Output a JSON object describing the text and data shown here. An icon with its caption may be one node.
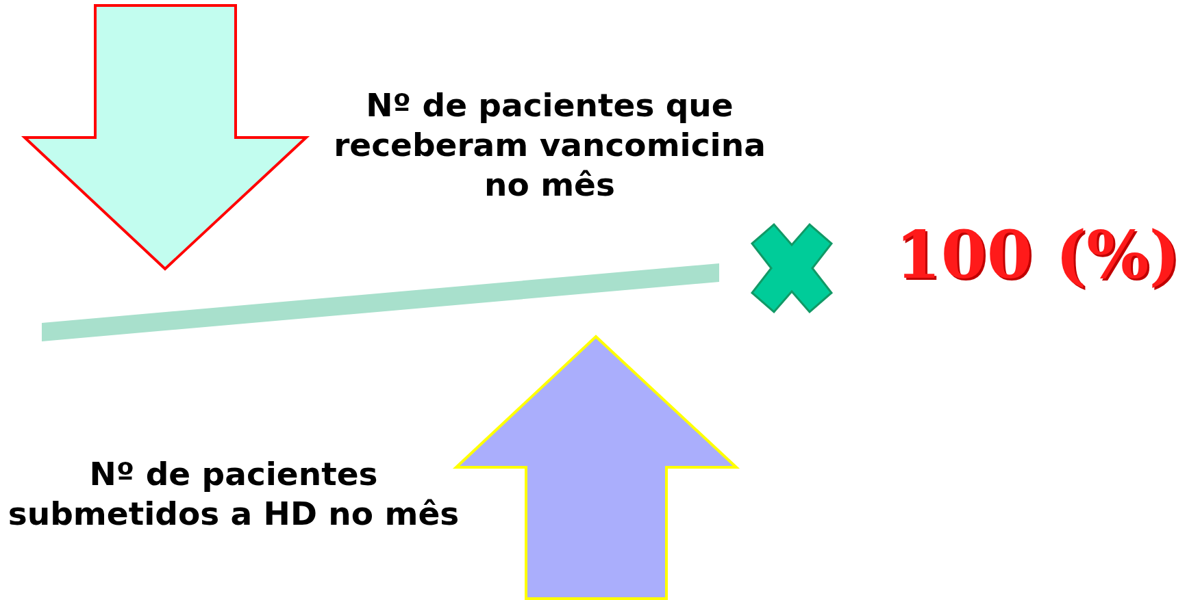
{
  "diagram": {
    "labels": [
      "Nº de pacientes que receberam vancomicina no mês",
      "Nº de pacientes submetidos a HD no mês",
      "100 (%)"
    ]
  }
}
